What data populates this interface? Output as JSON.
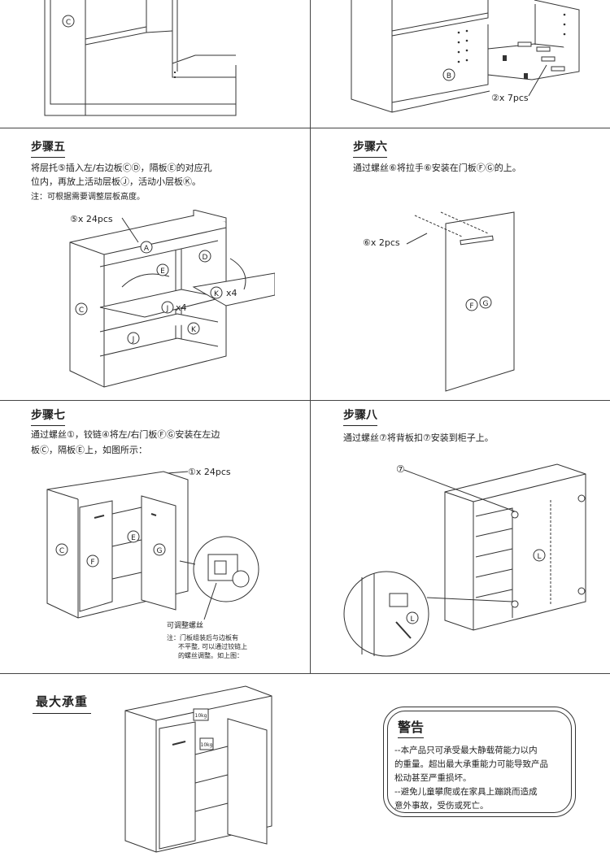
{
  "top": {
    "labels": {
      "c": "C",
      "b": "B"
    },
    "qty": "②x 7pcs"
  },
  "step5": {
    "title": "步骤五",
    "line1": "将层托⑤插入左/右边板ⒸⒹ，隔板Ⓔ的对应孔",
    "line2": "位内，再放上活动层板Ⓙ，活动小层板Ⓚ。",
    "note": "注：可根据需要调整层板高度。",
    "qty": "⑤x 24pcs",
    "labels": {
      "a": "A",
      "c": "C",
      "d": "D",
      "e": "E",
      "j": "J",
      "k": "K"
    },
    "j_qty": "x4",
    "k_qty": "x4"
  },
  "step6": {
    "title": "步骤六",
    "line1": "通过螺丝⑥将拉手⑥安装在门板ⒻⒼ的上。",
    "qty": "⑥x 2pcs",
    "labels": {
      "f": "F",
      "g": "G"
    }
  },
  "step7": {
    "title": "步骤七",
    "line1": "通过螺丝①，铰链④将左/右门板ⒻⒼ安装在左边",
    "line2": "板Ⓒ，隔板Ⓔ上，如图所示：",
    "qty": "①x 24pcs",
    "labels": {
      "c": "C",
      "e": "E",
      "f": "F",
      "g": "G"
    },
    "adjust_label": "可调整螺丝",
    "note1": "注：门板组装后与边板有",
    "note2": "不平整, 可以通过铰链上",
    "note3": "的螺丝调整。如上图："
  },
  "step8": {
    "title": "步骤八",
    "line1": "通过螺丝⑦将背板扣⑦安装到柜子上。",
    "qty": "⑦",
    "labels": {
      "l": "L"
    }
  },
  "maxload": {
    "title": "最大承重",
    "weight1": "10kg",
    "weight2": "10kg"
  },
  "warning": {
    "title": "警告",
    "line1": "--本产品只可承受最大静载荷能力以内",
    "line2": "的重量。超出最大承重能力可能导致产品",
    "line3": "松动甚至严重损坏。",
    "line4": "--避免儿童攀爬或在家具上蹦跳而造成",
    "line5": "意外事故，受伤或死亡。"
  },
  "colors": {
    "line": "#333333",
    "panel": "#ffffff",
    "shade": "#e8e8e8"
  }
}
